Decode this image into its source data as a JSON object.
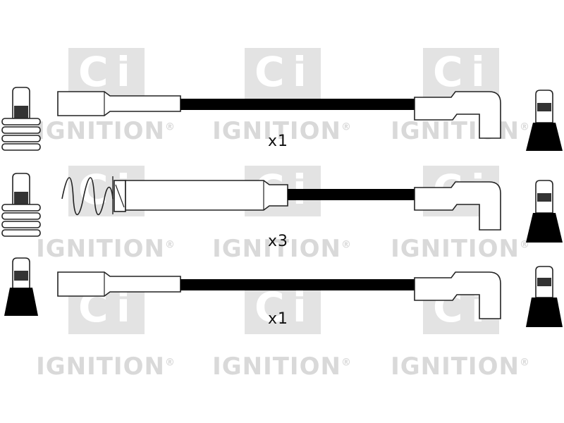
{
  "watermark": {
    "logo_letters": "Ci",
    "brand_word": "IGNITION",
    "registered_mark": "®",
    "color": "#d9d9d9"
  },
  "leads": [
    {
      "quantity": "x1"
    },
    {
      "quantity": "x3"
    },
    {
      "quantity": "x1"
    }
  ],
  "colors": {
    "cable": "#000000",
    "outline": "#222222",
    "background": "#ffffff"
  }
}
